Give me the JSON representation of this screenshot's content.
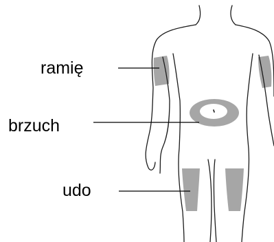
{
  "labels": {
    "arm": "ramię",
    "abdomen": "brzuch",
    "thigh": "udo"
  },
  "colors": {
    "injection_zone": "#a6a6a6",
    "outline": "#1a1a1a",
    "leader_line": "#000000",
    "text": "#000000",
    "background": "#ffffff"
  }
}
